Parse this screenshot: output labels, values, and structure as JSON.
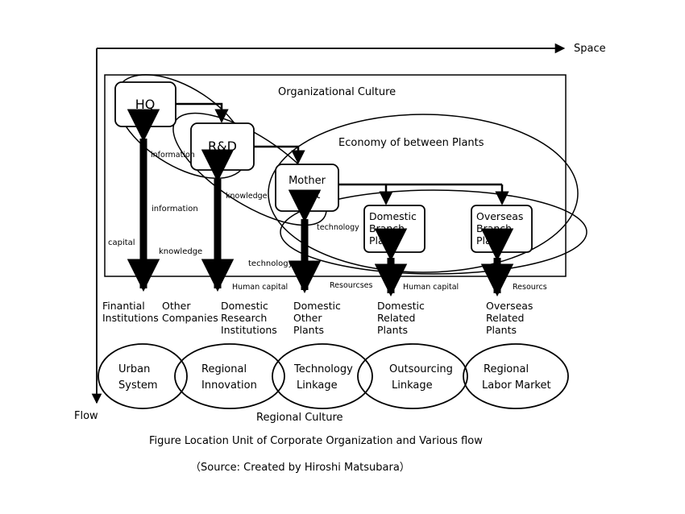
{
  "axes": {
    "space": "Space",
    "flow": "Flow"
  },
  "frame": {
    "title": "Organizational Culture",
    "economy_label": "Economy of between Plants"
  },
  "nodes": {
    "hq": "HQ",
    "rd": "R&D",
    "mother_plant": [
      "Mother",
      "Plant"
    ],
    "domestic_branch_plant": [
      "Domestic",
      "Branch",
      "Plant"
    ],
    "overseas_branch_plant": [
      "Overseas",
      "Branch",
      "Plant"
    ]
  },
  "flow_labels": {
    "information_1": "information",
    "information_2": "information",
    "knowledge_1": "knowledge",
    "knowledge_2": "knowledge",
    "capital": "capital",
    "technology_1": "technology",
    "technology_2": "technology",
    "human_capital_1": "Human capital",
    "human_capital_2": "Human capital",
    "resources_1": "Resourcses",
    "resources_2": "Resourcs"
  },
  "externals": {
    "financial": [
      "Finantial",
      "Institutions"
    ],
    "other_companies": [
      "Other",
      "Companies"
    ],
    "domestic_research": [
      "Domestic",
      "Research",
      "Institutions"
    ],
    "domestic_other_plants": [
      "Domestic",
      "Other",
      "Plants"
    ],
    "domestic_related_plants": [
      "Domestic",
      "Related",
      "Plants"
    ],
    "overseas_related_plants": [
      "Overseas",
      "Related",
      "Plants"
    ]
  },
  "regions": {
    "urban": [
      "Urban",
      "System"
    ],
    "innovation": [
      "Regional",
      "Innovation"
    ],
    "technology": [
      "Technology",
      "Linkage"
    ],
    "outsourcing": [
      "Outsourcing",
      "Linkage"
    ],
    "labor": [
      "Regional",
      "Labor Market"
    ]
  },
  "regional_culture": "Regional Culture",
  "caption": "Figure  Location Unit of Corporate Organization and Various flow",
  "source": "（Source: Created by Hiroshi Matsubara）"
}
